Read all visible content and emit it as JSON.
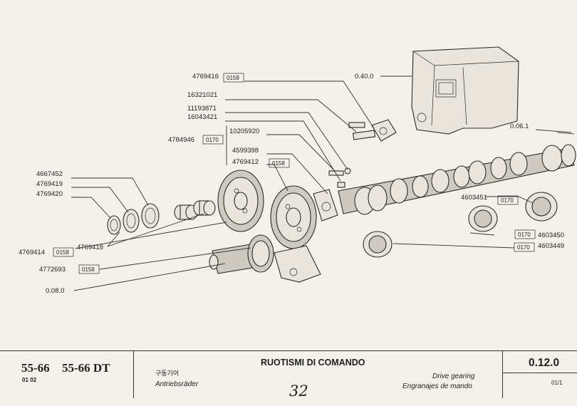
{
  "diagram": {
    "labels": {
      "ref_0_40_0": "0.40.0",
      "ref_0_06_1": "0.06.1",
      "ref_0_08_0": "0.08.0",
      "p4769416": "4769416",
      "p16321021": "16321021",
      "p11193871": "11193871",
      "p16043421": "16043421",
      "p10205920": "10205920",
      "p4784946": "4784946",
      "p4599398": "4599398",
      "p4769412": "4769412",
      "p4667452": "4667452",
      "p4769419": "4769419",
      "p4769420": "4769420",
      "p4769418": "4769418",
      "p4769414": "4769414",
      "p4772693": "4772693",
      "p4603451": "4603451",
      "p4603450": "4603450",
      "p4603449": "4603449"
    },
    "tags": {
      "t4769416": "0158",
      "t4784946": "0170",
      "t4769412": "0158",
      "t4769414": "0158",
      "t4772693": "0158",
      "t4603451": "0170",
      "t4603450": "0170",
      "t4603449": "0170"
    }
  },
  "footer": {
    "model_1": "55-66",
    "model_2": "55-66 DT",
    "edition": "01  02",
    "title_ko": "구동기어",
    "title_de": "Antriebsräder",
    "title_it": "RUOTISMI DI COMANDO",
    "title_en": "Drive gearing",
    "title_es": "Engranajes de mando",
    "section": "0.12.0",
    "sheet": "01/1",
    "handwritten": "32"
  }
}
